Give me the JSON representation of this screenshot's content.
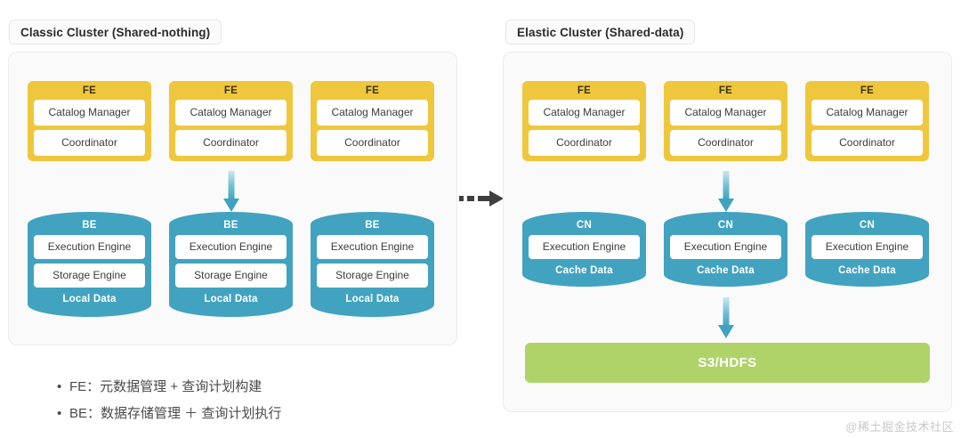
{
  "colors": {
    "fe_yellow": "#efc73c",
    "node_teal": "#42a3c0",
    "storage_green": "#afd369",
    "panel_bg": "#fafafa",
    "panel_border": "#ececec",
    "slot_white": "#ffffff",
    "text_dark": "#3c3c3c",
    "watermark_gray": "#c9c9c9"
  },
  "left_panel": {
    "title": "Classic Cluster (Shared-nothing)",
    "fe_nodes": [
      {
        "title": "FE",
        "slots": [
          "Catalog Manager",
          "Coordinator"
        ]
      },
      {
        "title": "FE",
        "slots": [
          "Catalog Manager",
          "Coordinator"
        ]
      },
      {
        "title": "FE",
        "slots": [
          "Catalog Manager",
          "Coordinator"
        ]
      }
    ],
    "worker_nodes": [
      {
        "title": "BE",
        "slots": [
          "Execution Engine",
          "Storage Engine"
        ],
        "footer": "Local Data"
      },
      {
        "title": "BE",
        "slots": [
          "Execution Engine",
          "Storage Engine"
        ],
        "footer": "Local Data"
      },
      {
        "title": "BE",
        "slots": [
          "Execution Engine",
          "Storage Engine"
        ],
        "footer": "Local Data"
      }
    ]
  },
  "right_panel": {
    "title": "Elastic Cluster (Shared-data)",
    "fe_nodes": [
      {
        "title": "FE",
        "slots": [
          "Catalog Manager",
          "Coordinator"
        ]
      },
      {
        "title": "FE",
        "slots": [
          "Catalog Manager",
          "Coordinator"
        ]
      },
      {
        "title": "FE",
        "slots": [
          "Catalog Manager",
          "Coordinator"
        ]
      }
    ],
    "worker_nodes": [
      {
        "title": "CN",
        "slots": [
          "Execution Engine"
        ],
        "footer": "Cache Data"
      },
      {
        "title": "CN",
        "slots": [
          "Execution Engine"
        ],
        "footer": "Cache Data"
      },
      {
        "title": "CN",
        "slots": [
          "Execution Engine"
        ],
        "footer": "Cache Data"
      }
    ],
    "storage": "S3/HDFS"
  },
  "arrows": {
    "left_fe_to_be": "down-arrow-icon",
    "right_fe_to_cn": "down-arrow-icon",
    "right_cn_to_storage": "down-arrow-icon",
    "panel_transition": "dashed-right-arrow-icon"
  },
  "legend": {
    "bullet_glyph": "•",
    "items": [
      "FE：元数据管理 + 查询计划构建",
      "BE：数据存储管理 ＋ 查询计划执行"
    ]
  },
  "watermark": "@稀土掘金技术社区"
}
